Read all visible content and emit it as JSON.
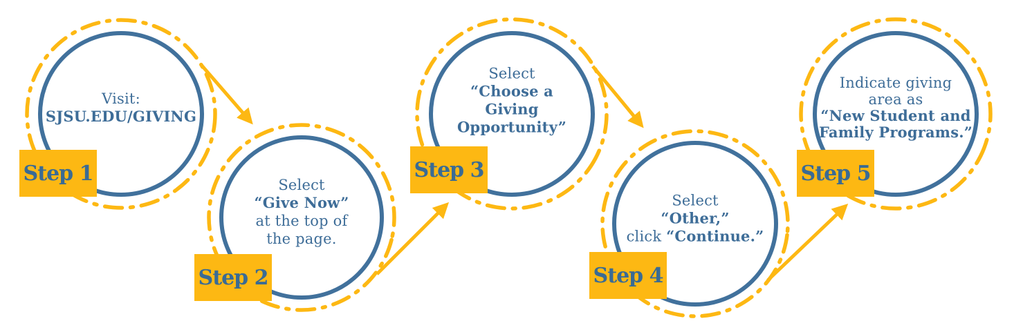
{
  "title": "SJSU giving steps infographic",
  "colors": {
    "gold": "#fdb813",
    "blue_stroke": "#41719c",
    "text_blue": "#3e6d98",
    "badge_text_blue": "#3a6b94",
    "background": "#ffffff"
  },
  "steps": [
    {
      "badge_label": "Step 1",
      "text_lines": [
        [
          {
            "t": "Visit:",
            "b": false
          }
        ],
        [
          {
            "t": "SJSU.EDU/GIVING",
            "b": true
          }
        ]
      ]
    },
    {
      "badge_label": "Step 2",
      "text_lines": [
        [
          {
            "t": "Select",
            "b": false
          }
        ],
        [
          {
            "t": "“Give Now”",
            "b": true
          }
        ],
        [
          {
            "t": "at the top of",
            "b": false
          }
        ],
        [
          {
            "t": "the page.",
            "b": false
          }
        ]
      ]
    },
    {
      "badge_label": "Step 3",
      "text_lines": [
        [
          {
            "t": "Select",
            "b": false
          }
        ],
        [
          {
            "t": "“Choose a",
            "b": true
          }
        ],
        [
          {
            "t": "Giving",
            "b": true
          }
        ],
        [
          {
            "t": "Opportunity”",
            "b": true
          }
        ]
      ]
    },
    {
      "badge_label": "Step 4",
      "text_lines": [
        [
          {
            "t": "Select",
            "b": false
          }
        ],
        [
          {
            "t": "“Other,”",
            "b": true
          }
        ],
        [
          {
            "t": "click ",
            "b": false
          },
          {
            "t": "“Continue.”",
            "b": true
          }
        ]
      ]
    },
    {
      "badge_label": "Step 5",
      "text_lines": [
        [
          {
            "t": "Indicate giving",
            "b": false
          }
        ],
        [
          {
            "t": "area as",
            "b": false
          }
        ],
        [
          {
            "t": "“New Student and",
            "b": true
          }
        ],
        [
          {
            "t": "Family Programs.”",
            "b": true
          }
        ]
      ]
    }
  ]
}
